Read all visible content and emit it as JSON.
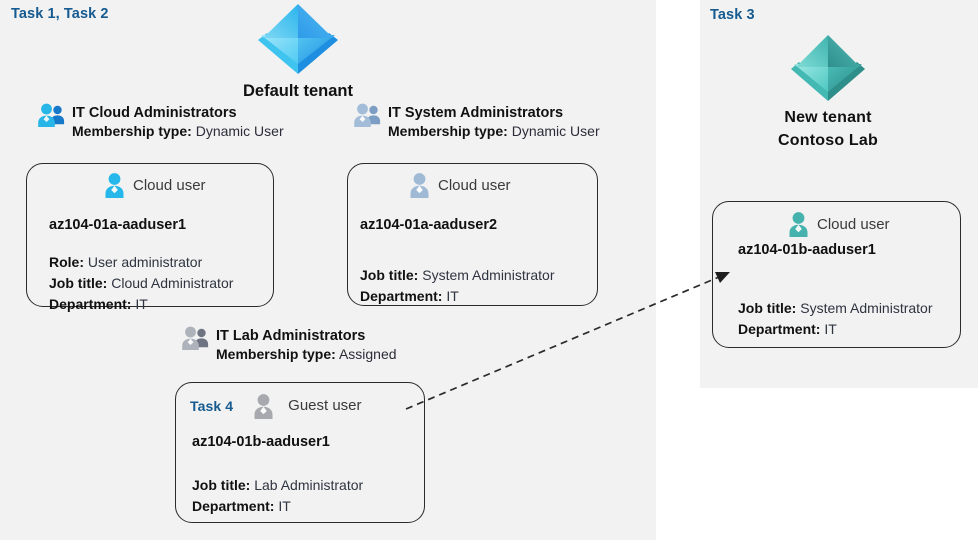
{
  "colors": {
    "panel_bg": "#f2f2f2",
    "page_bg": "#ffffff",
    "task_label": "#155a90",
    "card_border": "#2b2b2b",
    "tenant_blue": "#32b1e8",
    "tenant_teal": "#4fc4bd",
    "user_cyan": "#29b6e8",
    "user_muted_blue": "#9fb8d4",
    "user_gray": "#a7a9ad",
    "user_teal": "#49b3ae",
    "arrow": "#2b2b2b"
  },
  "panels": {
    "left": {
      "name": "default-tenant-panel"
    },
    "right": {
      "name": "new-tenant-panel"
    }
  },
  "task_labels": {
    "task_1_2": "Task 1, Task 2",
    "task_3": "Task 3",
    "task_4": "Task 4"
  },
  "tenants": {
    "default": {
      "icon": "azure-tenant-icon",
      "name": "Default tenant"
    },
    "new": {
      "icon": "azure-tenant-icon",
      "line1": "New  tenant",
      "line2": "Contoso Lab"
    }
  },
  "groups": [
    {
      "id": "it-cloud-administrators",
      "icon": "group-users-icon",
      "title": "IT Cloud Administrators",
      "membership_label": "Membership type:",
      "membership_value": "Dynamic User"
    },
    {
      "id": "it-system-administrators",
      "icon": "group-users-icon",
      "title": "IT System Administrators",
      "membership_label": "Membership type:",
      "membership_value": "Dynamic User"
    },
    {
      "id": "it-lab-administrators",
      "icon": "group-users-icon",
      "title": "IT Lab Administrators",
      "membership_label": "Membership type:",
      "membership_value": "Assigned"
    }
  ],
  "users": [
    {
      "id": "az104-01a-aaduser1",
      "icon": "cloud-user-icon",
      "type": "Cloud user",
      "upn": "az104-01a-aaduser1",
      "attrs": [
        {
          "key": "Role:",
          "value": "User administrator"
        },
        {
          "key": "Job title:",
          "value": "Cloud Administrator"
        },
        {
          "key": "Department:",
          "value": "IT"
        }
      ]
    },
    {
      "id": "az104-01a-aaduser2",
      "icon": "cloud-user-icon",
      "type": "Cloud user",
      "upn": "az104-01a-aaduser2",
      "attrs": [
        {
          "key": "Job title:",
          "value": "System Administrator"
        },
        {
          "key": "Department:",
          "value": "IT"
        }
      ]
    },
    {
      "id": "az104-01b-aaduser1-guest",
      "icon": "guest-user-icon",
      "type": "Guest user",
      "upn": "az104-01b-aaduser1",
      "attrs": [
        {
          "key": "Job title:",
          "value": "Lab Administrator"
        },
        {
          "key": "Department:",
          "value": "IT"
        }
      ]
    },
    {
      "id": "az104-01b-aaduser1-cloud",
      "icon": "cloud-user-icon",
      "type": "Cloud user",
      "upn": "az104-01b-aaduser1",
      "attrs": [
        {
          "key": "Job title:",
          "value": "System Administrator"
        },
        {
          "key": "Department:",
          "value": "IT"
        }
      ]
    }
  ],
  "connector": {
    "name": "guest-user-invite-arrow",
    "style": "dashed",
    "from": "az104-01b-aaduser1-guest",
    "to": "az104-01b-aaduser1-cloud"
  }
}
